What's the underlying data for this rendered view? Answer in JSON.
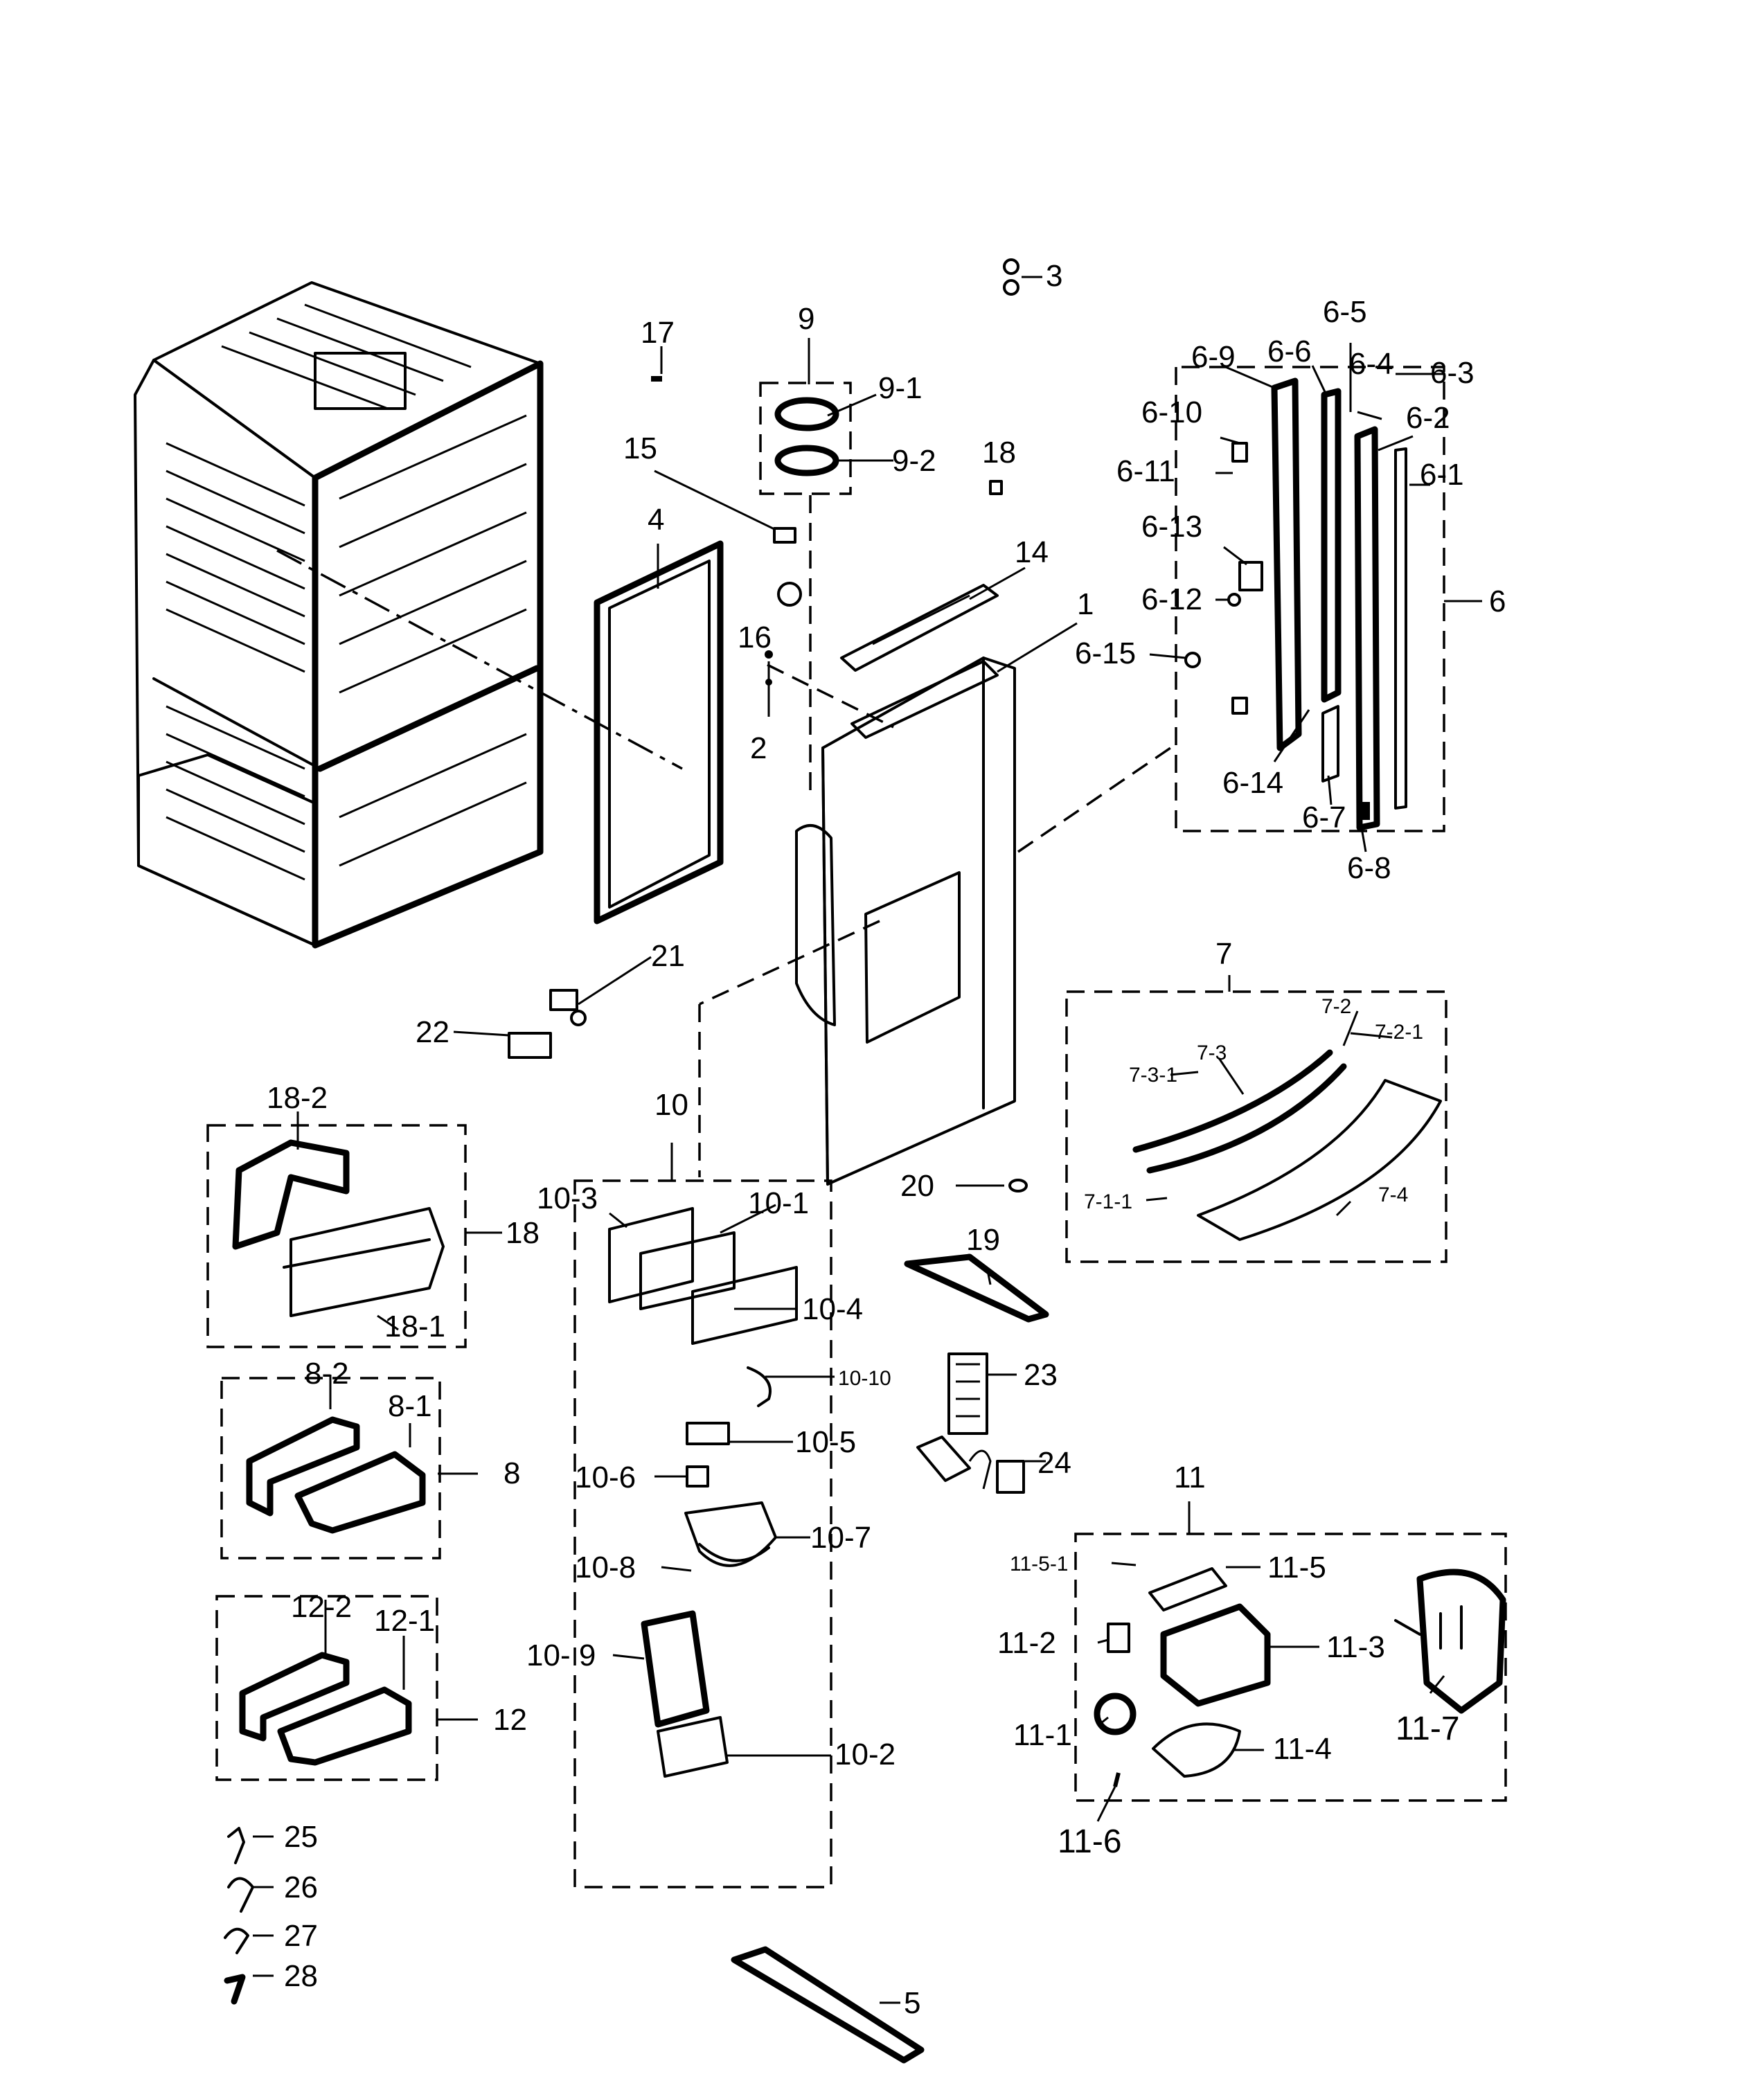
{
  "labels": {
    "p3": "3",
    "p17": "17",
    "p9": "9",
    "p9_1": "9-1",
    "p9_2": "9-2",
    "p15": "15",
    "p18a": "18",
    "p4": "4",
    "p14": "14",
    "p1": "1",
    "p16": "16",
    "p2": "2",
    "p6_5": "6-5",
    "p6_9": "6-9",
    "p6_6": "6-6",
    "p6_4": "6-4",
    "p6_3": "6-3",
    "p6_10": "6-10",
    "p6_2": "6-2",
    "p6_11": "6-11",
    "p6_1": "6-1",
    "p6_13": "6-13",
    "p6_12": "6-12",
    "p6": "6",
    "p6_15": "6-15",
    "p6_14": "6-14",
    "p6_7": "6-7",
    "p6_8": "6-8",
    "p21": "21",
    "p22": "22",
    "p7": "7",
    "p7_2": "7-2",
    "p7_2_1": "7-2-1",
    "p7_3": "7-3",
    "p7_3_1": "7-3-1",
    "p7_1_1": "7-1-1",
    "p7_4": "7-4",
    "p18_2": "18-2",
    "p18": "18",
    "p18_1": "18-1",
    "p10": "10",
    "p10_3": "10-3",
    "p10_1": "10-1",
    "p10_4": "10-4",
    "p10_10": "10-10",
    "p10_5": "10-5",
    "p10_6": "10-6",
    "p10_7": "10-7",
    "p10_8": "10-8",
    "p10_9": "10- 9",
    "p10_2": "10-2",
    "p20": "20",
    "p19": "19",
    "p23": "23",
    "p24": "24",
    "p8_2": "8-2",
    "p8_1": "8-1",
    "p8": "8",
    "p12_2": "12-2",
    "p12_1": "12-1",
    "p12": "12",
    "p11": "11",
    "p11_5_1": "11-5-1",
    "p11_5": "11-5",
    "p11_2": "11-2",
    "p11_3": "11-3",
    "p11_1": "11-1",
    "p11_4": "11-4",
    "p11_7": "11-7",
    "p11_6": "11-6",
    "p25": "25",
    "p26": "26",
    "p27": "27",
    "p28": "28",
    "p5": "5"
  }
}
